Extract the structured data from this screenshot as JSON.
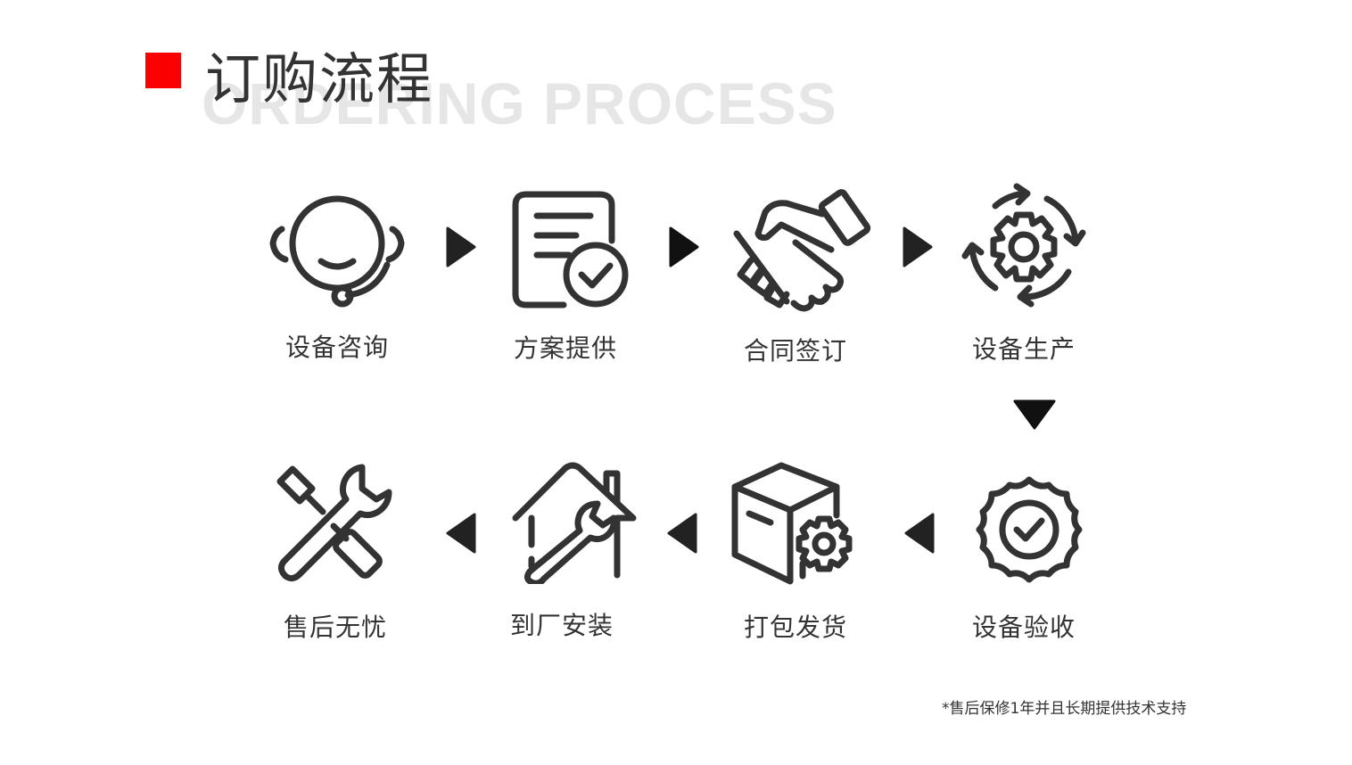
{
  "header": {
    "title": "订购流程",
    "subtitle_bg": "ORDERING PROCESS",
    "accent_color": "#fb0000"
  },
  "steps": [
    {
      "label": "设备咨询",
      "icon": "headset-icon"
    },
    {
      "label": "方案提供",
      "icon": "document-check-icon"
    },
    {
      "label": "合同签订",
      "icon": "handshake-icon"
    },
    {
      "label": "设备生产",
      "icon": "gear-cycle-icon"
    },
    {
      "label": "设备验收",
      "icon": "badge-check-icon"
    },
    {
      "label": "打包发货",
      "icon": "box-gear-icon"
    },
    {
      "label": "到厂安装",
      "icon": "house-wrench-icon"
    },
    {
      "label": "售后无忧",
      "icon": "tools-icon"
    }
  ],
  "footnote": "*售后保修1年并且长期提供技术支持"
}
